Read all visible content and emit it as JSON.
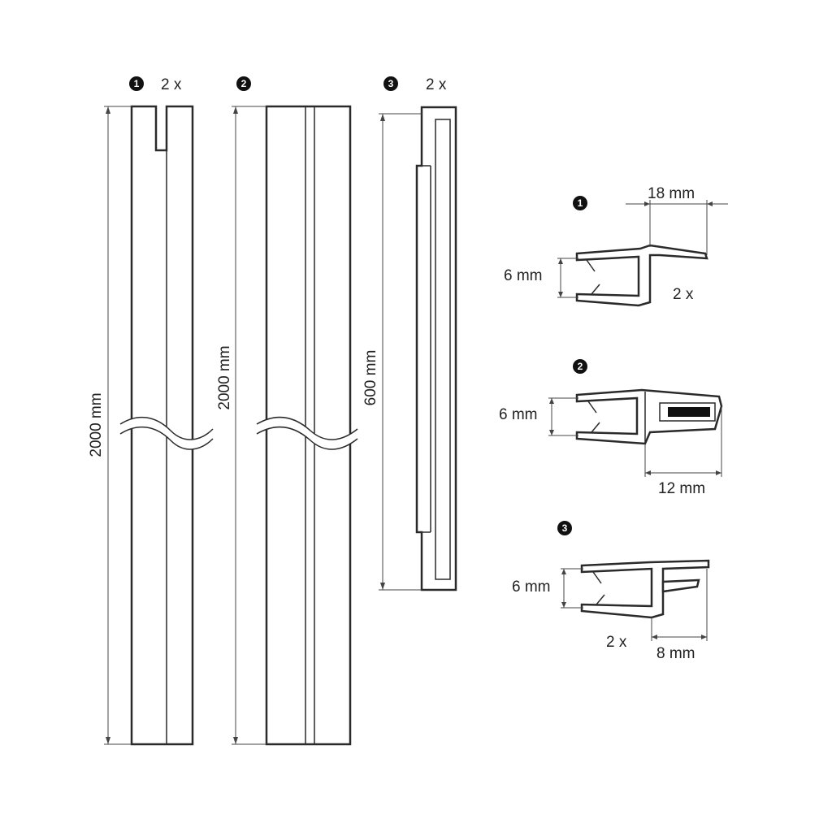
{
  "strips": [
    {
      "number": "1",
      "quantity": "2 x",
      "length": "2000 mm"
    },
    {
      "number": "2",
      "quantity": "",
      "length": "2000 mm"
    },
    {
      "number": "3",
      "quantity": "2 x",
      "length": "600 mm"
    }
  ],
  "profiles": [
    {
      "number": "1",
      "glass_thickness": "6 mm",
      "fin_width": "18 mm",
      "quantity": "2 x"
    },
    {
      "number": "2",
      "glass_thickness": "6 mm",
      "fin_width": "12 mm",
      "quantity": ""
    },
    {
      "number": "3",
      "glass_thickness": "6 mm",
      "fin_width": "8 mm",
      "quantity": "2 x"
    }
  ],
  "colors": {
    "line": "#2a2a2a",
    "badge": "#111111",
    "magnet": "#111111"
  }
}
